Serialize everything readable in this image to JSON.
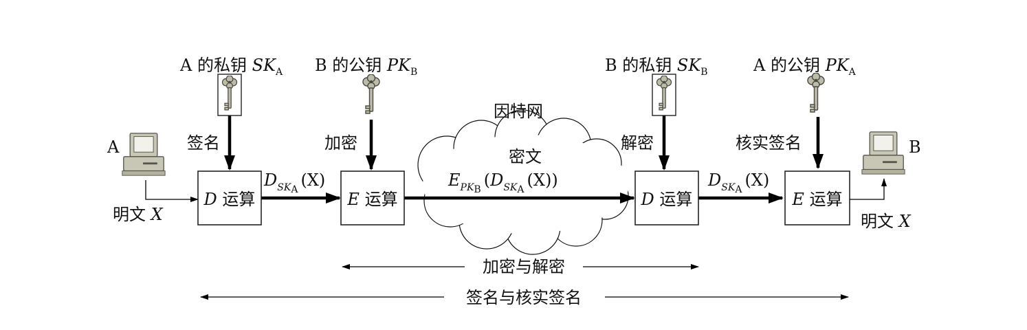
{
  "keys": {
    "a_private": {
      "prefix": "A 的私钥 ",
      "sym": "SK",
      "sub": "A"
    },
    "b_public": {
      "prefix": "B 的公钥 ",
      "sym": "PK",
      "sub": "B"
    },
    "b_private": {
      "prefix": "B 的私钥 ",
      "sym": "SK",
      "sub": "B"
    },
    "a_public": {
      "prefix": "A 的公钥 ",
      "sym": "PK",
      "sub": "A"
    }
  },
  "hosts": {
    "a": "A",
    "b": "B"
  },
  "steps": {
    "sign": "签名",
    "encrypt": "加密",
    "decrypt": "解密",
    "verify": "核实签名"
  },
  "boxes": {
    "d1": {
      "op": "D",
      "label": " 运算"
    },
    "e1": {
      "op": "E",
      "label": " 运算"
    },
    "d2": {
      "op": "D",
      "label": " 运算"
    },
    "e2": {
      "op": "E",
      "label": " 运算"
    }
  },
  "plaintext": {
    "prefix": "明文 ",
    "var": "X"
  },
  "internet": {
    "label": "因特网",
    "ciphertext": "密文"
  },
  "formulas": {
    "d_op": "D",
    "sk": "SK",
    "sub_a": "A",
    "x": "(X)",
    "e_op": "E",
    "pk": "PK",
    "sub_b": "B",
    "open": "(",
    "close": ")"
  },
  "spans": {
    "enc_dec": "加密与解密",
    "sign_verify": "签名与核实签名"
  },
  "colors": {
    "key_fill": "#bdbca9",
    "key_stroke": "#4a4a3e",
    "computer": "#c8c7b5",
    "line": "#000000"
  }
}
